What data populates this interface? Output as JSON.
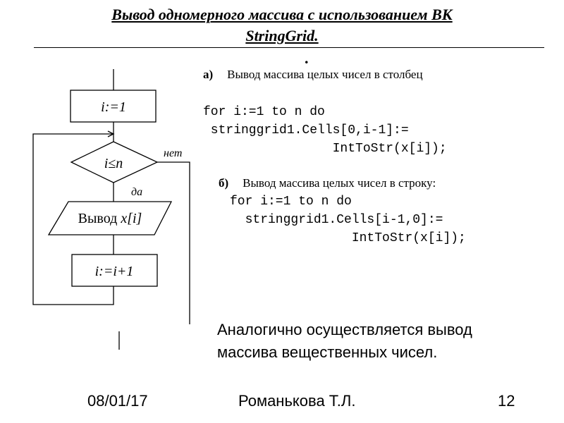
{
  "title": {
    "line1": "Вывод одномерного массива  с  использованием  ВК",
    "line2": "StringGrid."
  },
  "separator_dot": ".",
  "flowchart": {
    "init_label": "i:=1",
    "condition_label": "i≤n",
    "no_label": "нет",
    "yes_label": "да",
    "output_word": "Вывод ",
    "output_var": "x[i]",
    "increment_label": "i:=i+1"
  },
  "section_a": {
    "marker": "а)",
    "heading": "Вывод массива целых чисел в столбец",
    "code": [
      "for i:=1 to n do",
      " stringgrid1.Cells[0,i-1]:=",
      "                 IntToStr(x[i]);"
    ]
  },
  "section_b": {
    "marker": "б)",
    "heading": "Вывод массива целых чисел в строку:",
    "code": [
      "for i:=1 to n do",
      "  stringgrid1.Cells[i-1,0]:=",
      "                IntToStr(x[i]);"
    ]
  },
  "note": {
    "line1": "Аналогично осуществляется вывод",
    "line2": "массива вещественных чисел."
  },
  "footer": {
    "date": "08/01/17",
    "author": "Романькова Т.Л.",
    "page": "12"
  }
}
